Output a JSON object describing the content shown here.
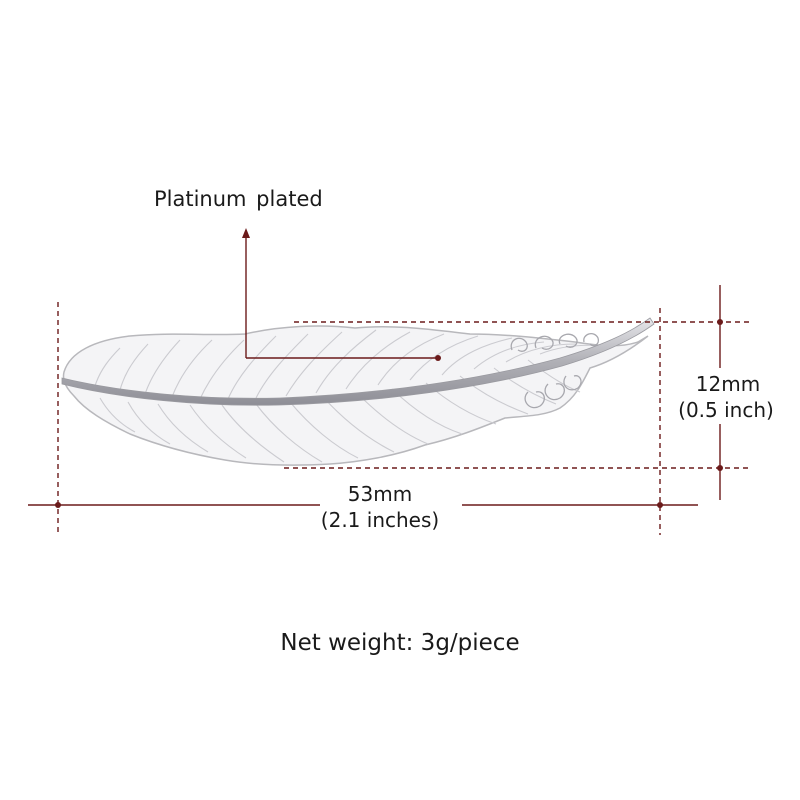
{
  "annotations": {
    "material": "Platinum  plated",
    "height_mm": "12mm",
    "height_in": "(0.5 inch)",
    "width_mm": "53mm",
    "width_in": "(2.1 inches)",
    "net_weight": "Net weight: 3g/piece"
  },
  "colors": {
    "dimension_line": "#6b1a1a",
    "feather_outline": "#b8b8bc",
    "feather_fill": "#f4f4f6",
    "background": "#ffffff"
  }
}
